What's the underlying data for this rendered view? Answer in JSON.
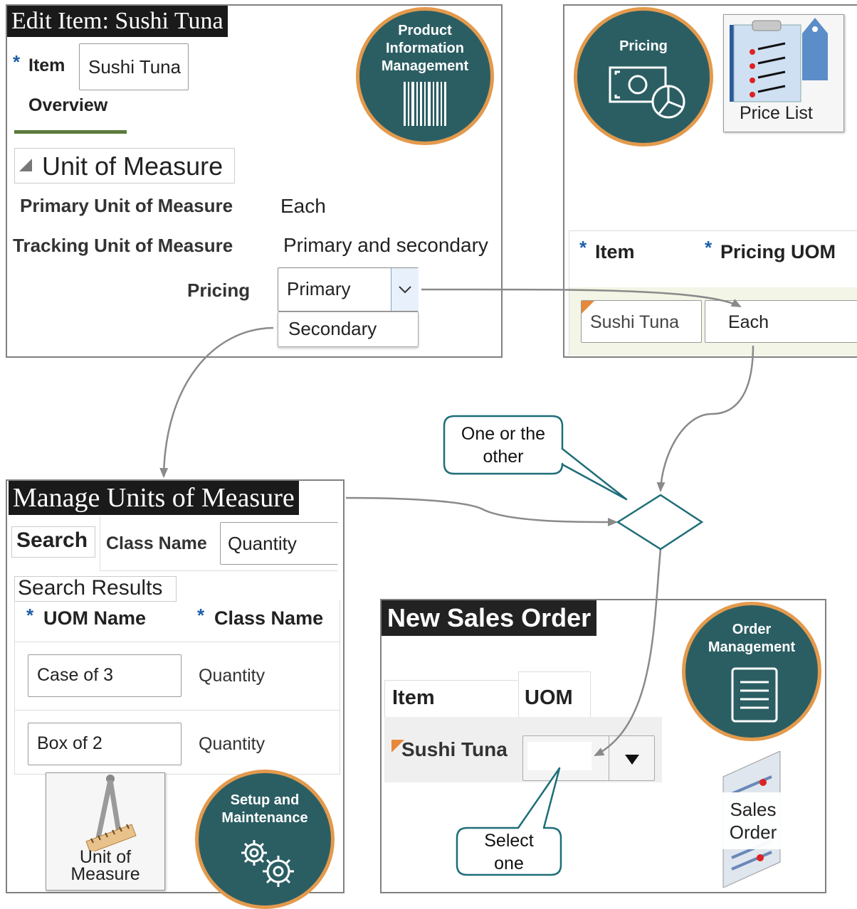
{
  "edit_item": {
    "title": "Edit Item: Sushi Tuna",
    "item_label": "Item",
    "item_value": "Sushi Tuna",
    "tab_overview": "Overview",
    "section_title": "Unit of Measure",
    "primary_uom_label": "Primary Unit of Measure",
    "primary_uom_value": "Each",
    "tracking_uom_label": "Tracking Unit of Measure",
    "tracking_uom_value": "Primary and secondary",
    "pricing_label": "Pricing",
    "pricing_value": "Primary",
    "pricing_option_2": "Secondary",
    "badge": "Product Information Management"
  },
  "pricing_panel": {
    "badge": "Pricing",
    "price_list_label": "Price List",
    "col_item": "Item",
    "col_pricing_uom": "Pricing UOM",
    "row_item": "Sushi Tuna",
    "row_uom": "Each"
  },
  "manage_uom": {
    "title": "Manage Units of Measure",
    "search_label": "Search",
    "class_name_label": "Class Name",
    "class_name_value": "Quantity",
    "results_label": "Search Results",
    "col_uom_name": "UOM Name",
    "col_class_name": "Class Name",
    "rows": [
      {
        "uom": "Case of 3",
        "class": "Quantity"
      },
      {
        "uom": "Box of 2",
        "class": "Quantity"
      }
    ],
    "uom_tile_label": "Unit of Measure",
    "badge": "Setup and Maintenance"
  },
  "sales_order": {
    "title": "New Sales Order",
    "col_item": "Item",
    "col_uom": "UOM",
    "row_item": "Sushi Tuna",
    "row_uom": "",
    "badge": "Order Management",
    "doc_label": "Sales Order"
  },
  "callouts": {
    "one_or_other": "One or the other",
    "select_one": "Select one"
  },
  "colors": {
    "badge_fill": "#2b5e63",
    "badge_ring": "#e39a4c",
    "callout_stroke": "#1d6e78",
    "required_star": "#1f5ea8",
    "tab_underline": "#5a7a3a"
  }
}
